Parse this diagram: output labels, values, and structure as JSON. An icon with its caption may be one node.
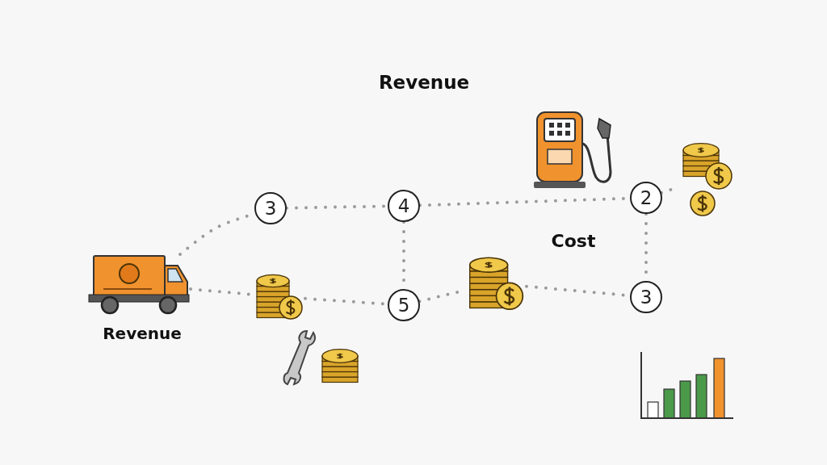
{
  "diagram": {
    "title": "Revenue",
    "nodes": [
      {
        "text": [],
        "shape": "picture",
        "beside": [
          "Revenue"
        ]
      },
      {
        "text": [
          "3"
        ]
      },
      {
        "text": [
          "4"
        ]
      },
      {
        "text": [
          "2"
        ]
      },
      {
        "text": [],
        "shape": "picture"
      },
      {
        "text": [],
        "shape": "picture"
      },
      {
        "text": [
          "5"
        ]
      },
      {
        "text": [],
        "shape": "picture"
      },
      {
        "text": [
          "3"
        ]
      }
    ],
    "edges": [
      {
        "from": 0,
        "to": 1,
        "arrow": "none"
      },
      {
        "from": 1,
        "to": 2,
        "arrow": "none"
      },
      {
        "from": 2,
        "to": 3,
        "arrow": "none"
      },
      {
        "from": 3,
        "to": 4,
        "arrow": "none"
      },
      {
        "from": 0,
        "to": 5,
        "arrow": "none"
      },
      {
        "from": 5,
        "to": 6,
        "arrow": "none"
      },
      {
        "from": 2,
        "to": 6,
        "arrow": "none"
      },
      {
        "from": 6,
        "to": 7,
        "arrow": "none"
      },
      {
        "from": 7,
        "to": 8,
        "arrow": "none"
      },
      {
        "from": 3,
        "to": 8,
        "arrow": "none"
      }
    ],
    "labels": [
      "Cost"
    ]
  }
}
